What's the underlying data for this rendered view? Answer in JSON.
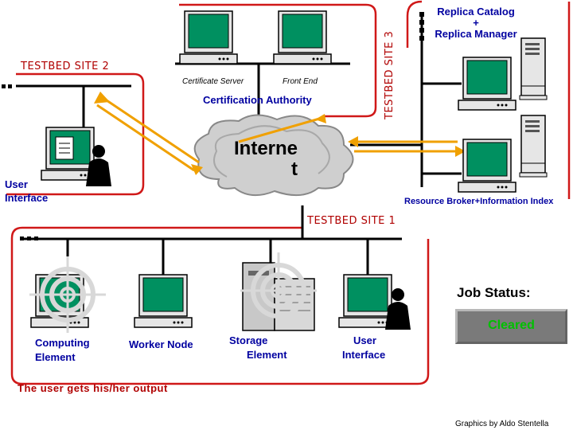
{
  "sites": {
    "site1": "TESTBED SITE 1",
    "site2": "TESTBED SITE 2",
    "site3": "TESTBED SITE 3"
  },
  "site2": {
    "cert_server": "Certificate Server",
    "front_end": "Front End",
    "authority": "Certification Authority",
    "user_interface_line1": "User",
    "user_interface_line2": "Interface"
  },
  "site3": {
    "replica_line1": "Replica Catalog",
    "replica_line2": "+",
    "replica_line3": "Replica Manager",
    "resource_broker": "Resource Broker+Information Index"
  },
  "internet": {
    "line1": "Interne",
    "line2": "t"
  },
  "site1": {
    "computing_line1": "Computing",
    "computing_line2": "Element",
    "worker": "Worker Node",
    "storage_line1": "Storage",
    "storage_line2": "Element",
    "ui_line1": "User",
    "ui_line2": "Interface"
  },
  "job_status": {
    "label": "Job Status:",
    "value": "Cleared"
  },
  "footer_message": "The user gets his/her output",
  "credit": "Graphics by Aldo Stentella",
  "colors": {
    "site_border": "#d01818",
    "arrow": "#f0a000",
    "screen": "#009060",
    "label_blue": "#0000a0",
    "status_green": "#00c000",
    "footer_text": "#b00000"
  }
}
